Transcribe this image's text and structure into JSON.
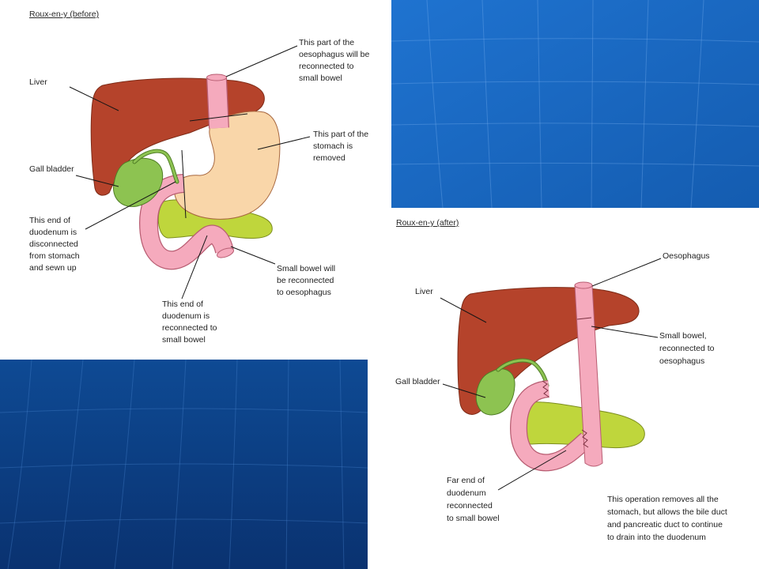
{
  "before": {
    "title": "Roux-en-y (before)",
    "oesophagus_note": [
      "This part of the",
      "oesophagus will be",
      "reconnected to",
      "small bowel"
    ],
    "liver": "Liver",
    "stomach_note": [
      "This part of the",
      "stomach is",
      "removed"
    ],
    "gall_bladder": "Gall bladder",
    "duodenum_end_note": [
      "This end of",
      "duodenum is",
      "disconnected",
      "from stomach",
      "and sewn up"
    ],
    "small_bowel_note": [
      "Small bowel will",
      "be reconnected",
      "to oesophagus"
    ],
    "duodenum_reconnect_note": [
      "This end of",
      "duodenum is",
      "reconnected to",
      "small bowel"
    ]
  },
  "after": {
    "title": "Roux-en-y (after)",
    "oesophagus": "Oesophagus",
    "liver": "Liver",
    "small_bowel_note": [
      "Small bowel,",
      "reconnected to",
      "oesophagus"
    ],
    "gall_bladder": "Gall bladder",
    "far_end_note": [
      "Far end of",
      "duodenum",
      "reconnected",
      "to small bowel"
    ],
    "operation_note": [
      "This operation removes all the",
      "stomach, but allows the bile duct",
      "and pancreatic duct to continue",
      "to drain into the duodenum"
    ]
  },
  "colors": {
    "liver": "#b5432b",
    "stomach": "#f9d6a9",
    "bowel_pink": "#f5aabd",
    "pancreas": "#bfd63c",
    "gall_bladder": "#8dc351",
    "panel_blue_light": "#1f73d0",
    "panel_blue_dark": "#145cb0",
    "panel_navy_light": "#0e4a94",
    "panel_navy_dark": "#0a3270",
    "panel_grid_blue": "#7ab2f0",
    "panel_grid_navy": "#4a86d0"
  }
}
